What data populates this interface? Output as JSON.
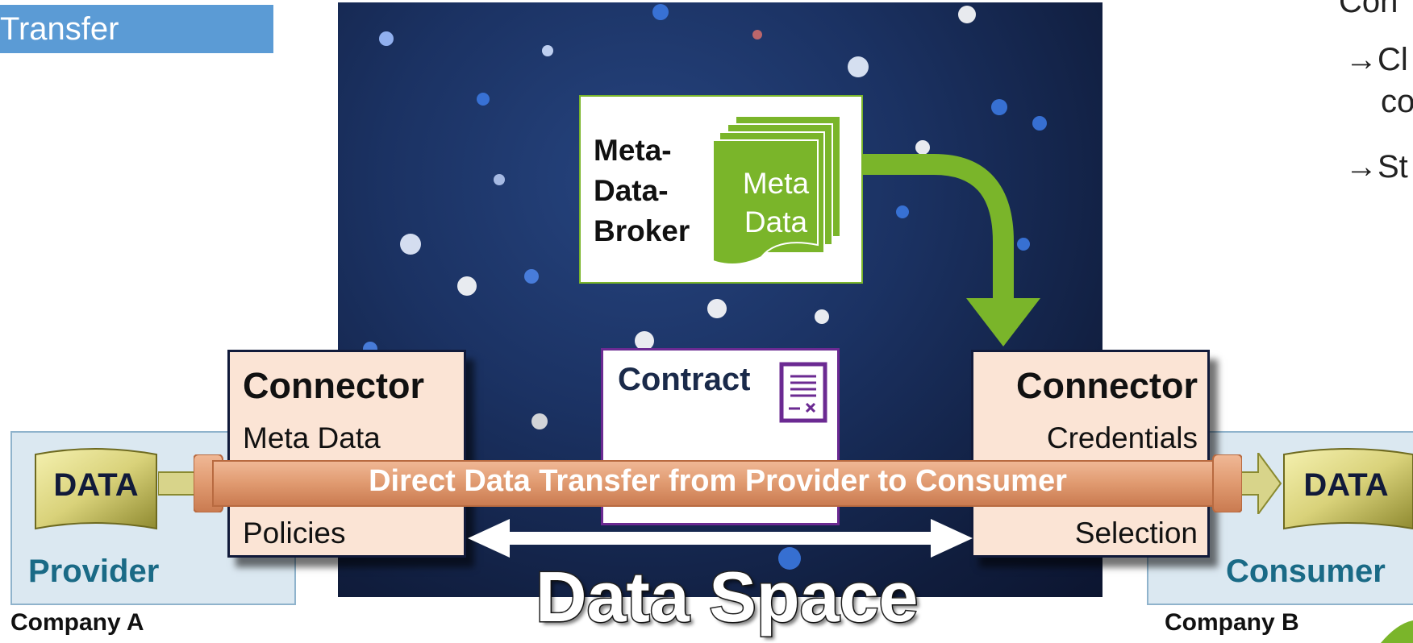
{
  "header": {
    "title": "Transfer"
  },
  "side_text": {
    "line1": "Con",
    "bullet1_a": "→Cl",
    "bullet1_b": "co",
    "bullet2": "→St"
  },
  "broker": {
    "label": "Meta-\nData-\nBroker",
    "doc_line1": "Meta",
    "doc_line2": "Data"
  },
  "contract": {
    "label": "Contract"
  },
  "connector_left": {
    "title": "Connector",
    "line1": "Meta Data",
    "line2": "Policies"
  },
  "connector_right": {
    "title": "Connector",
    "line1": "Credentials",
    "line2": "Selection"
  },
  "banner": {
    "text": "Direct Data Transfer from Provider to Consumer"
  },
  "data_left": {
    "label": "DATA"
  },
  "data_right": {
    "label": "DATA"
  },
  "provider": {
    "title": "Provider",
    "company": "Company A"
  },
  "consumer": {
    "title": "Consumer",
    "company": "Company B"
  },
  "space": {
    "title": "Data Space"
  },
  "colors": {
    "tab_blue": "#5b9bd5",
    "broker_green": "#7ab52a",
    "connector_fill": "#fbe4d5",
    "banner_orange": "#e8a07a",
    "contract_purple": "#6b2a92",
    "company_teal": "#1a6a86"
  },
  "icons": [
    "document-stack-icon",
    "contract-icon",
    "curved-arrow-icon",
    "double-arrow-icon",
    "data-scroll-icon"
  ]
}
